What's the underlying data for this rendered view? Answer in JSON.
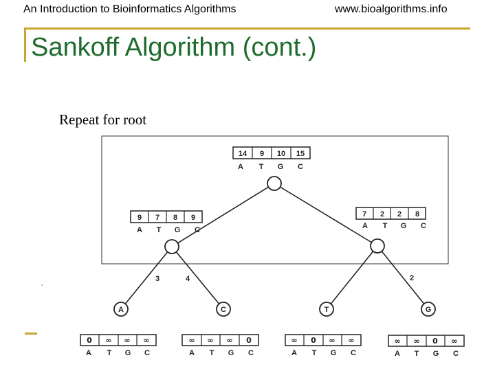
{
  "header": {
    "left": "An Introduction to Bioinformatics Algorithms",
    "right": "www.bioalgorithms.info"
  },
  "title": "Sankoff Algorithm (cont.)",
  "bullet": "Repeat for root",
  "diagram": {
    "root": {
      "scores": [
        "14",
        "9",
        "10",
        "15"
      ],
      "labels": [
        "A",
        "T",
        "G",
        "C"
      ]
    },
    "left_internal": {
      "scores": [
        "9",
        "7",
        "8",
        "9"
      ],
      "labels": [
        "A",
        "T",
        "G",
        "C"
      ]
    },
    "right_internal": {
      "scores": [
        "7",
        "2",
        "2",
        "8"
      ],
      "labels": [
        "A",
        "T",
        "G",
        "C"
      ]
    },
    "edge_labels": [
      "3",
      "4",
      "2"
    ],
    "leaves": [
      {
        "name": "A",
        "scores": [
          "0",
          "∞",
          "∞",
          "∞"
        ],
        "labels": [
          "A",
          "T",
          "G",
          "C"
        ]
      },
      {
        "name": "C",
        "scores": [
          "∞",
          "∞",
          "∞",
          "0"
        ],
        "labels": [
          "A",
          "T",
          "G",
          "C"
        ]
      },
      {
        "name": "T",
        "scores": [
          "∞",
          "0",
          "∞",
          "∞"
        ],
        "labels": [
          "A",
          "T",
          "G",
          "C"
        ]
      },
      {
        "name": "G",
        "scores": [
          "∞",
          "∞",
          "0",
          "∞"
        ],
        "labels": [
          "A",
          "T",
          "G",
          "C"
        ]
      }
    ]
  }
}
